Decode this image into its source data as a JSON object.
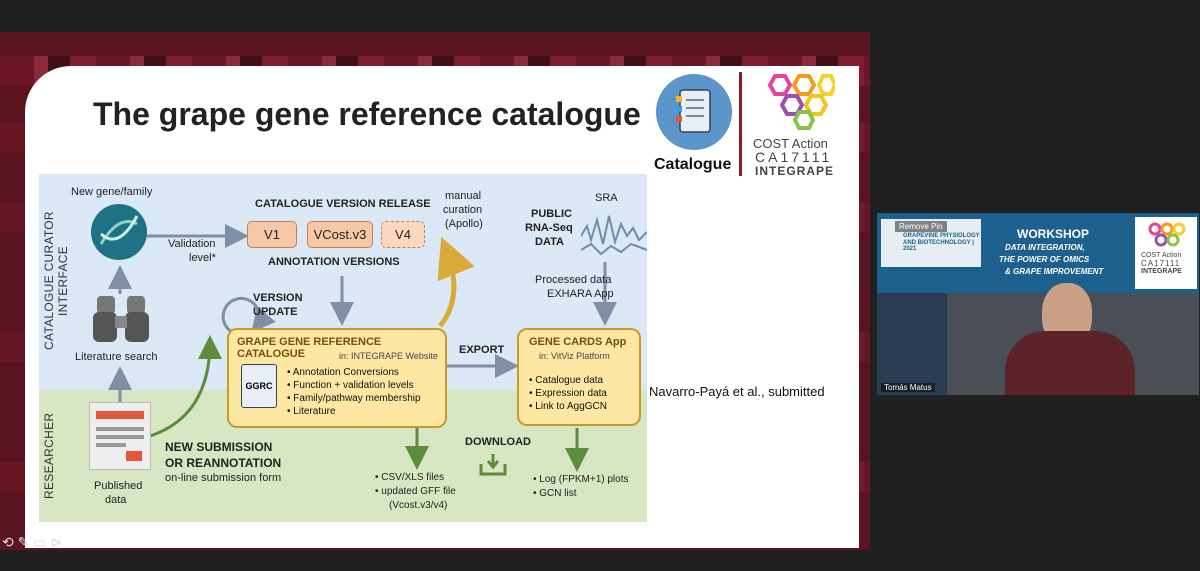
{
  "slide": {
    "title": "The grape gene reference catalogue",
    "catalogue_label": "Catalogue",
    "cost_line1": "COST Action",
    "cost_line2": "CA17111",
    "cost_line3": "INTEGRAPE",
    "citation": "Navarro-Payá et al., submitted"
  },
  "diagram": {
    "side_top": "CATALOGUE CURATOR INTERFACE",
    "side_bottom": "RESEARCHER",
    "new_gene": "New gene/family",
    "validation": "Validation",
    "validation2": "level*",
    "literature_search": "Literature search",
    "published1": "Published",
    "published2": "data",
    "release_title": "CATALOGUE VERSION RELEASE",
    "v1": "V1",
    "vcost": "VCost.v3",
    "v4": "V4",
    "annotation_versions": "ANNOTATION VERSIONS",
    "manual1": "manual",
    "manual2": "curation",
    "manual3": "(Apollo)",
    "version_update1": "VERSION",
    "version_update2": "UPDATE",
    "public1": "PUBLIC",
    "public2": "RNA-Seq",
    "public3": "DATA",
    "sra": "SRA",
    "processed1": "Processed data",
    "processed2": "EXHARA App",
    "catalogue_title": "GRAPE GENE REFERENCE CATALOGUE",
    "catalogue_sub": "in: INTEGRAPE Website",
    "ggrc": "GGRC",
    "cat_b1": "• Annotation Conversions",
    "cat_b2": "• Function + validation levels",
    "cat_b3": "• Family/pathway membership",
    "cat_b4": "• Literature",
    "export": "EXPORT",
    "cards_title": "GENE CARDS App",
    "cards_sub": "in: VitViz Platform",
    "card_b1": "• Catalogue data",
    "card_b2": "• Expression data",
    "card_b3": "• Link to AggGCN",
    "new_sub1": "NEW SUBMISSION",
    "new_sub2": "OR REANNOTATION",
    "new_sub3": "on-line submission form",
    "download": "DOWNLOAD",
    "dl1": "• CSV/XLS files",
    "dl2": "• updated GFF file",
    "dl3": "(Vcost.v3/v4)",
    "gc1": "• Log (FPKM+1) plots",
    "gc2": "• GCN list"
  },
  "video": {
    "remove_pin": "Remove Pin",
    "workshop": "WORKSHOP",
    "w_line1": "DATA INTEGRATION,",
    "w_line2": "THE POWER OF OMICS",
    "w_line3": "& GRAPE IMPROVEMENT",
    "symposium1": "GRAPEVINE PHYSIOLOGY",
    "symposium2": "AND BIOTECHNOLOGY | 2021",
    "cost_line1": "COST Action",
    "cost_line2": "CA17111",
    "cost_line3": "INTEGRAPE",
    "participant": "Tomás Matus"
  },
  "toolbar": {
    "icons": "⟲ ✎ ▭ ⊳"
  }
}
